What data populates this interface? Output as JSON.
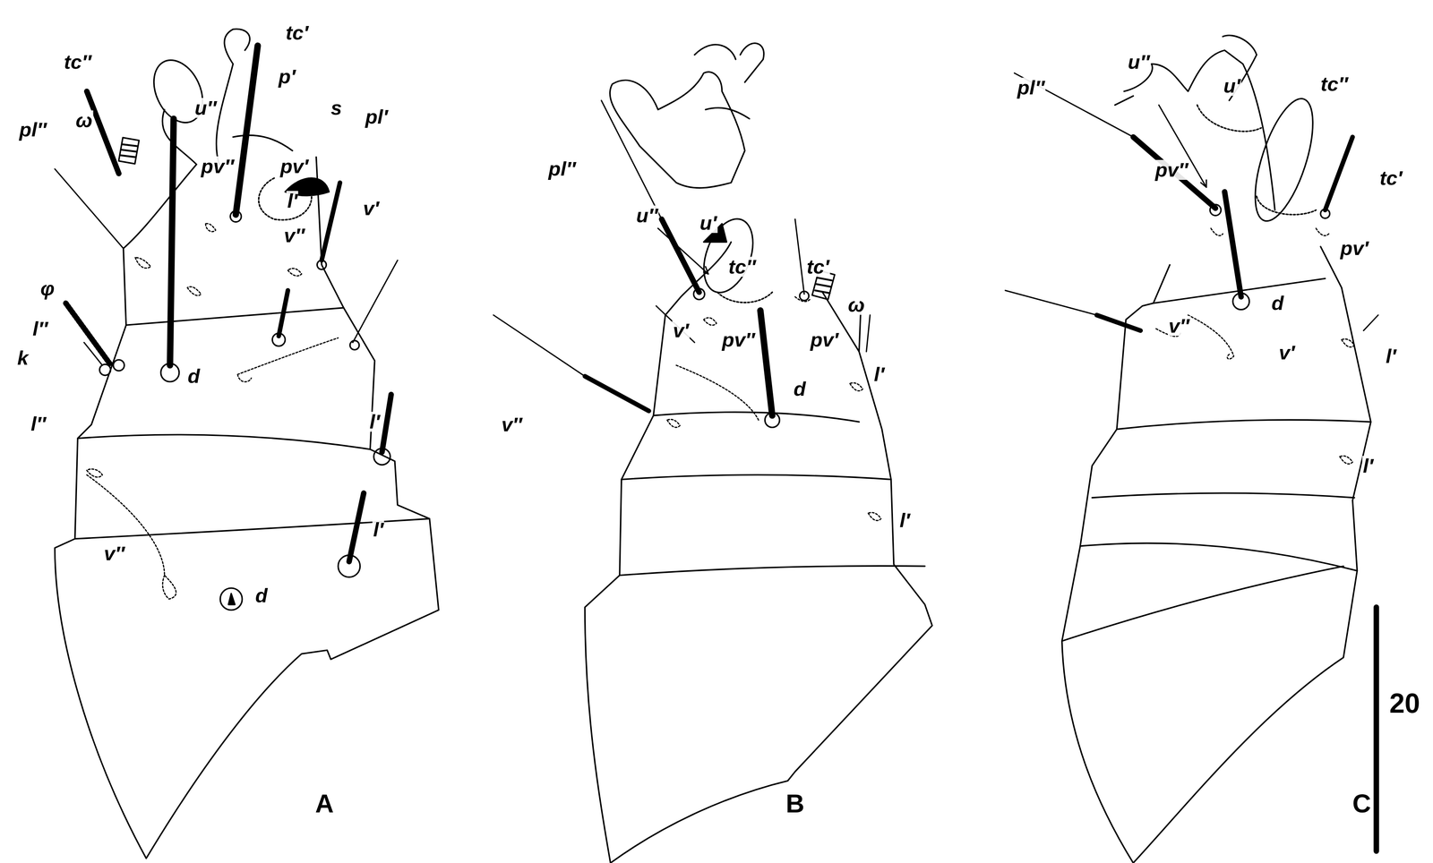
{
  "diagram": {
    "labels": [
      "tc″",
      "tc′",
      "p′",
      "s",
      "pl″",
      "ω",
      "u″",
      "pl′",
      "pv′",
      "pv″",
      "φ",
      "l′",
      "v′",
      "l″",
      "k",
      "d",
      "v″",
      "l″",
      "l′",
      "l′",
      "v″",
      "d",
      "A",
      "pl″",
      "u″",
      "u′",
      "tc″",
      "tc′",
      "ω",
      "v′",
      "pv″",
      "pv′",
      "v″",
      "d",
      "l′",
      "l′",
      "B",
      "pl″",
      "u″",
      "u′",
      "tc″",
      "tc′",
      "pv″",
      "pv′",
      "d",
      "v″",
      "v′",
      "l′",
      "l′",
      "C",
      "20"
    ]
  }
}
